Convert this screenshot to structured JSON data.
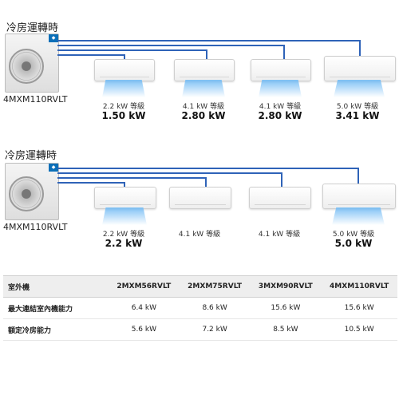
{
  "diagram1": {
    "title": "冷房運轉時",
    "outdoor_model": "4MXM110RVLT",
    "units": [
      {
        "rating": "2.2 kW 等級",
        "output": "1.50 kW"
      },
      {
        "rating": "4.1 kW 等級",
        "output": "2.80 kW"
      },
      {
        "rating": "4.1 kW 等級",
        "output": "2.80 kW"
      },
      {
        "rating": "5.0 kW 等級",
        "output": "3.41 kW"
      }
    ]
  },
  "diagram2": {
    "title": "冷房運轉時",
    "outdoor_model": "4MXM110RVLT",
    "units": [
      {
        "rating": "2.2 kW 等級",
        "output": "2.2 kW"
      },
      {
        "rating": "4.1 kW 等級",
        "output": ""
      },
      {
        "rating": "4.1 kW 等級",
        "output": ""
      },
      {
        "rating": "5.0 kW 等級",
        "output": "5.0 kW"
      }
    ]
  },
  "table": {
    "headers": [
      "室外機",
      "2MXM56RVLT",
      "2MXM75RVLT",
      "3MXM90RVLT",
      "4MXM110RVLT"
    ],
    "rows": [
      {
        "label": "最大連結室內機能力",
        "values": [
          "6.4 kW",
          "8.6 kW",
          "15.6 kW",
          "15.6 kW"
        ]
      },
      {
        "label": "額定冷房能力",
        "values": [
          "5.6 kW",
          "7.2 kW",
          "8.5 kW",
          "10.5 kW"
        ]
      }
    ]
  },
  "colors": {
    "pipe": "#2f63b8",
    "brand": "#0b6fb8",
    "glow": "#78bef5"
  },
  "icons": {
    "outdoor": "outdoor-unit-icon",
    "indoor": "indoor-unit-icon",
    "fan": "fan-icon"
  }
}
